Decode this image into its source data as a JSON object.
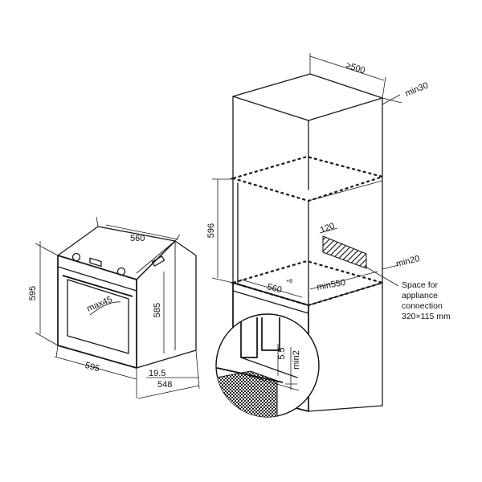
{
  "oven": {
    "dim_width_top": "560",
    "dim_height_left": "595",
    "dim_height_right": "585",
    "dim_angle": "max45",
    "dim_width_bottom": "595",
    "dim_door": "19.5",
    "dim_depth": "548"
  },
  "cabinet": {
    "dim_depth_top": "≥500",
    "dim_rear_gap_top": "min30",
    "dim_niche_height": "596",
    "dim_socket": "120",
    "dim_rear_gap": "min20",
    "dim_niche_width": "560",
    "dim_niche_width_tol": "+8",
    "dim_niche_depth": "min550",
    "note_line1": "Space for",
    "note_line2": "appliance",
    "note_line3": "connection",
    "note_line4": "320×115 mm"
  },
  "detail": {
    "dim_a": "5.5",
    "dim_b": "min2"
  }
}
